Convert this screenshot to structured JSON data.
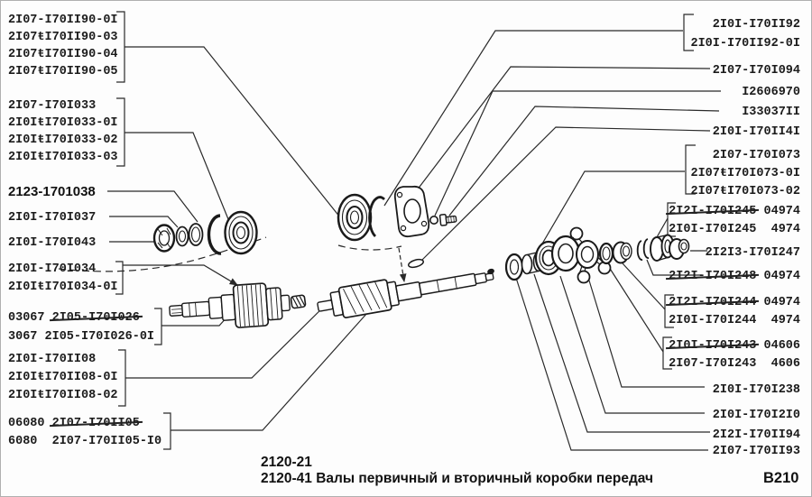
{
  "colors": {
    "ink": "#1b1b1b",
    "paper": "#fdfdfd"
  },
  "left": {
    "b190": [
      "2I07-I70II90-0I",
      "2I07ŧI70II90-03",
      "2I07ŧI70II90-04",
      "2I07ŧI70II90-05"
    ],
    "b033": [
      "2I07-I70I033",
      "2I0IŧI70I033-0I",
      "2I0IŧI70I033-02",
      "2I0IŧI70I033-03"
    ],
    "l038": "2123-1701038",
    "l037": "2I0I-I70I037",
    "l043": "2I0I-I70I043",
    "b034": [
      "2I0I-I70I034",
      "2I0IŧI70I034-0I"
    ],
    "b026": {
      "pre": "03067 ",
      "struck": "2I05-I70I026",
      "line2": "3067 2I05-I70I026-0I"
    },
    "b108": [
      "2I0I-I70II08",
      "2I0IŧI70II08-0I",
      "2I0IŧI70II08-02"
    ],
    "b105": {
      "pre": "06080 ",
      "struck": "2I07-I70II05",
      "line2": "6080  2I07-I70II05-I0"
    }
  },
  "right": {
    "b192": [
      "2I0I-I70II92",
      "2I0I-I70II92-0I"
    ],
    "l094": "2I07-I70I094",
    "l970": "I2606970",
    "l711": "I33037II",
    "l141": "2I0I-I70II4I",
    "b073": [
      "2I07-I70I073",
      "2I07ŧI70I073-0I",
      "2I07ŧI70I073-02"
    ],
    "b245": {
      "struck": "2I2I-I70I245",
      "post": " 04974",
      "line2": "2I0I-I70I245  4974"
    },
    "l247": "2I2I3-I70I247",
    "b248": {
      "struck": "2I2I-I70I248",
      "post": " 04974"
    },
    "b244": {
      "struck": "2I2I-I70I244",
      "post": " 04974",
      "line2": "2I0I-I70I244  4974"
    },
    "b243": {
      "struck": "2I0I-I70I243",
      "post": " 04606",
      "line2": "2I07-I70I243  4606"
    },
    "l238": "2I0I-I70I238",
    "l210": "2I0I-I70I2I0",
    "l194": "2I2I-I70II94",
    "l193": "2I07-I70II93"
  },
  "caption": {
    "line1": "2120-21",
    "line2": "2120-41  Валы первичный и вторичный коробки передач",
    "code": "B210"
  }
}
